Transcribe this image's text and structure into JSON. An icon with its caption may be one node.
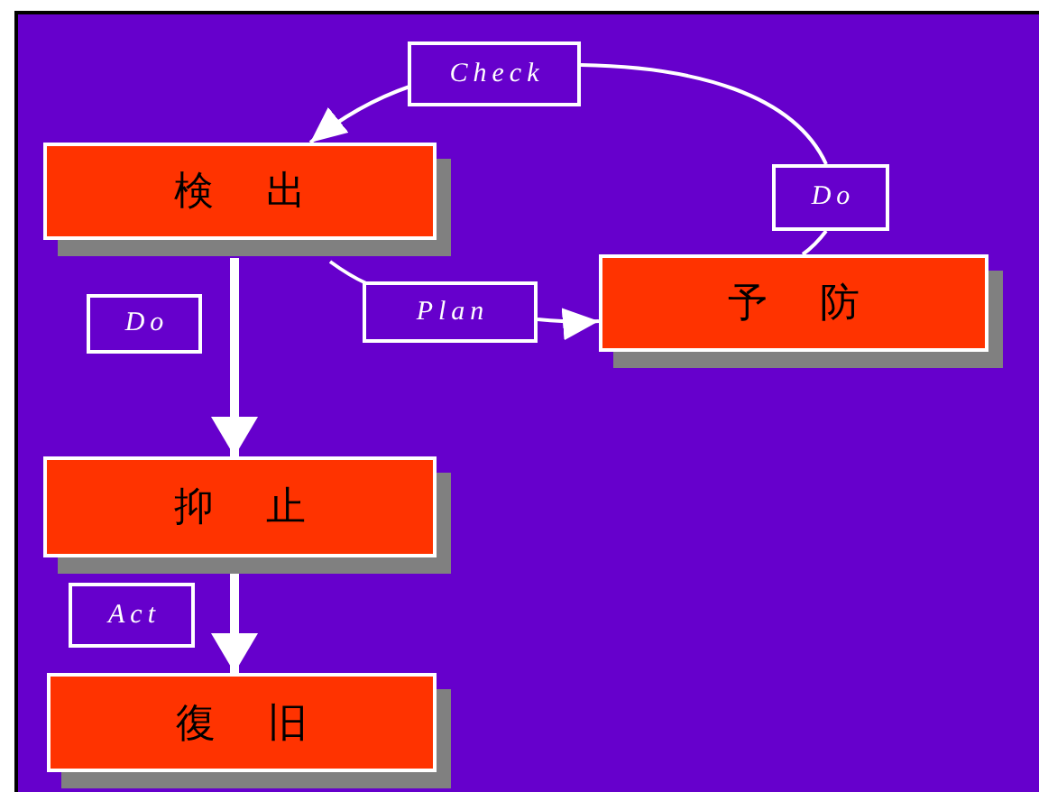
{
  "diagram": {
    "nodes": [
      {
        "text": [
          "検出"
        ]
      },
      {
        "text": [
          "予防"
        ]
      },
      {
        "text": [
          "抑止"
        ]
      },
      {
        "text": [
          "復旧"
        ]
      },
      {
        "text": [
          "Check"
        ]
      },
      {
        "text": [
          "Do"
        ]
      },
      {
        "text": [
          "Plan"
        ]
      },
      {
        "text": [
          "Do"
        ]
      },
      {
        "text": [
          "Act"
        ]
      }
    ],
    "edges": [
      {
        "from": 1,
        "to": 5,
        "arrow": "none"
      },
      {
        "from": 5,
        "to": 4,
        "arrow": "none"
      },
      {
        "from": 4,
        "to": 0,
        "arrow": "to"
      },
      {
        "from": 0,
        "to": 6,
        "arrow": "none"
      },
      {
        "from": 6,
        "to": 1,
        "arrow": "to"
      },
      {
        "from": 0,
        "to": 2,
        "arrow": "to",
        "style": "thick"
      },
      {
        "from": 2,
        "to": 3,
        "arrow": "to",
        "style": "thick"
      }
    ]
  }
}
